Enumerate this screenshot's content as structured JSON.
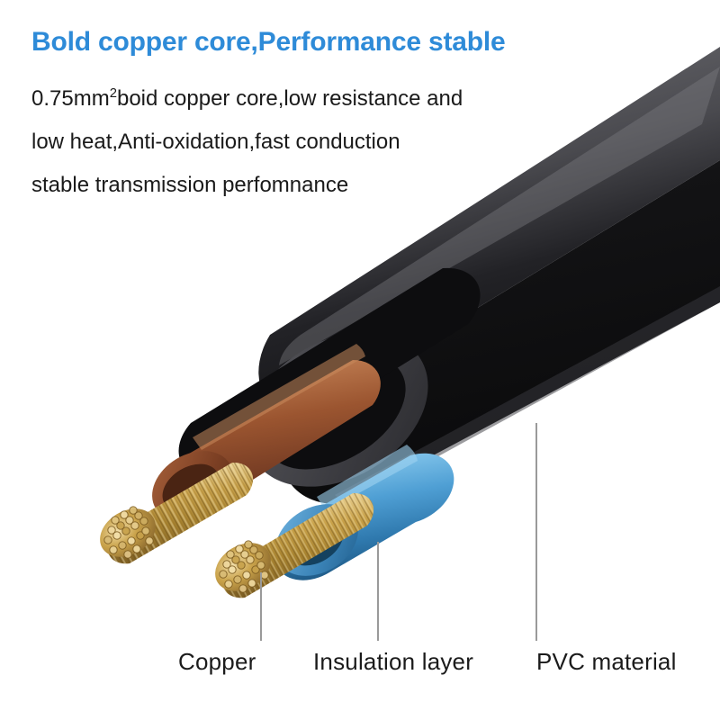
{
  "headline": {
    "text": "Bold copper core,Performance stable",
    "color": "#2e8bd8"
  },
  "body_copy": {
    "line1_prefix": "0.75mm",
    "line1_sup": "2",
    "line1_suffix": "boid copper core,low resistance and",
    "line2": "low heat,Anti-oxidation,fast conduction",
    "line3": "stable transmission perfomnance"
  },
  "callouts": {
    "copper": "Copper",
    "insulation": "Insulation layer",
    "pvc": "PVC material"
  },
  "product": {
    "conductor_count": 2,
    "conductor_colors": [
      "brown",
      "blue"
    ],
    "sheath_color": "black",
    "cross_section_mm2": "0.75"
  },
  "palette": {
    "background": "#ffffff",
    "headline_blue": "#2e8bd8",
    "body_text": "#1a1a1a",
    "label_text": "#1b1b1b",
    "leader_line": "#9a9a9a",
    "sheath_black": "#161618",
    "sheath_highlight": "#5c5c60",
    "sheath_cut_face": "#4a4a4e",
    "insulation_brown": "#8e4a2e",
    "insulation_brown_light": "#b8754b",
    "insulation_blue": "#5ca8dc",
    "insulation_blue_dark": "#2e6f9e",
    "copper_gold": "#c9a24a",
    "copper_bright": "#e8cf90",
    "copper_dark": "#8a6a2a"
  }
}
